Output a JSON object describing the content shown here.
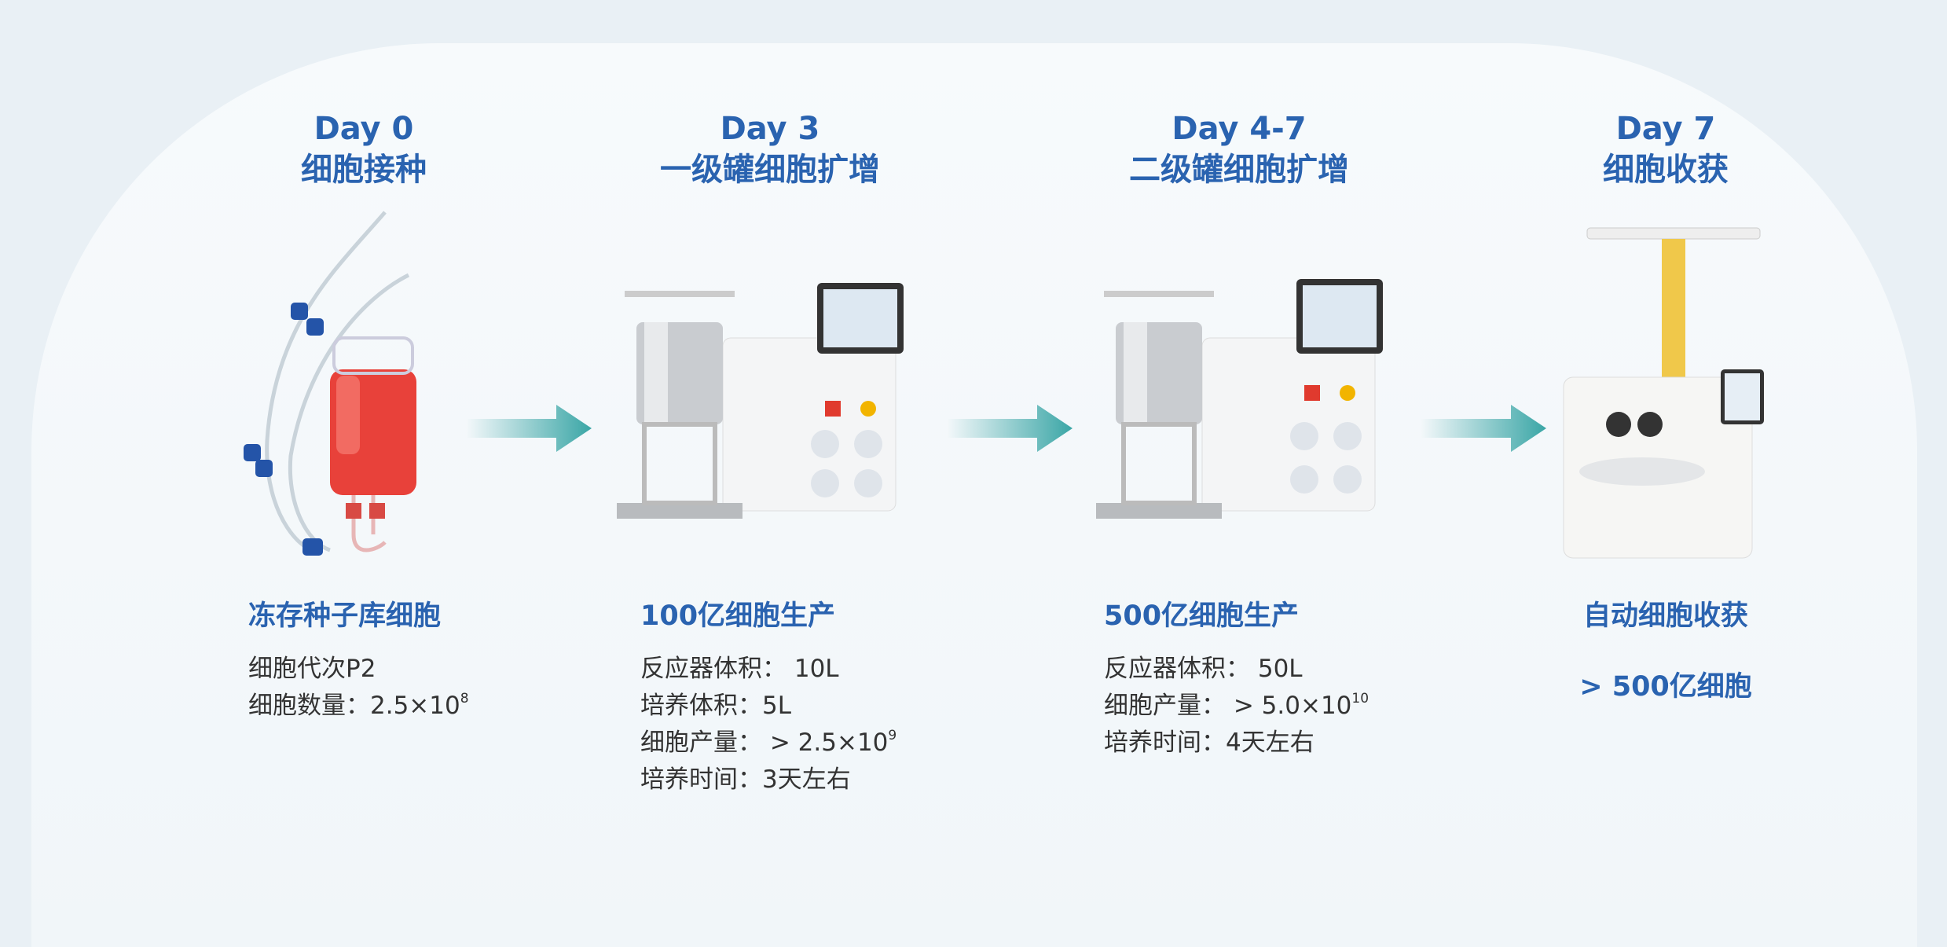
{
  "stages": [
    {
      "day": "Day 0",
      "title": "细胞接种",
      "subtitle": "冻存种子库细胞",
      "details": [
        {
          "text": "细胞代次P2"
        },
        {
          "text": "细胞数量：2.5×10",
          "sup": "8"
        }
      ],
      "icon": "blood-bag-with-tubing"
    },
    {
      "day": "Day 3",
      "title": "一级罐细胞扩增",
      "subtitle": "100亿细胞生产",
      "details": [
        {
          "text": "反应器体积： 10L"
        },
        {
          "text": "培养体积：5L"
        },
        {
          "text": "细胞产量： > 2.5×10",
          "sup": "9"
        },
        {
          "text": "培养时间：3天左右"
        }
      ],
      "icon": "bioreactor-10l"
    },
    {
      "day": "Day 4-7",
      "title": "二级罐细胞扩增",
      "subtitle": "500亿细胞生产",
      "details": [
        {
          "text": "反应器体积： 50L"
        },
        {
          "text": "细胞产量： > 5.0×10",
          "sup": "10"
        },
        {
          "text": "培养时间：4天左右"
        }
      ],
      "icon": "bioreactor-50l"
    },
    {
      "day": "Day 7",
      "title": "细胞收获",
      "subtitle": "自动细胞收获",
      "highlight": "> 500亿细胞",
      "icon": "cell-harvester"
    }
  ],
  "colors": {
    "heading": "#2a63b0",
    "body": "#333333",
    "arrow": "#3aa6a6",
    "background": "#e9f0f5"
  }
}
